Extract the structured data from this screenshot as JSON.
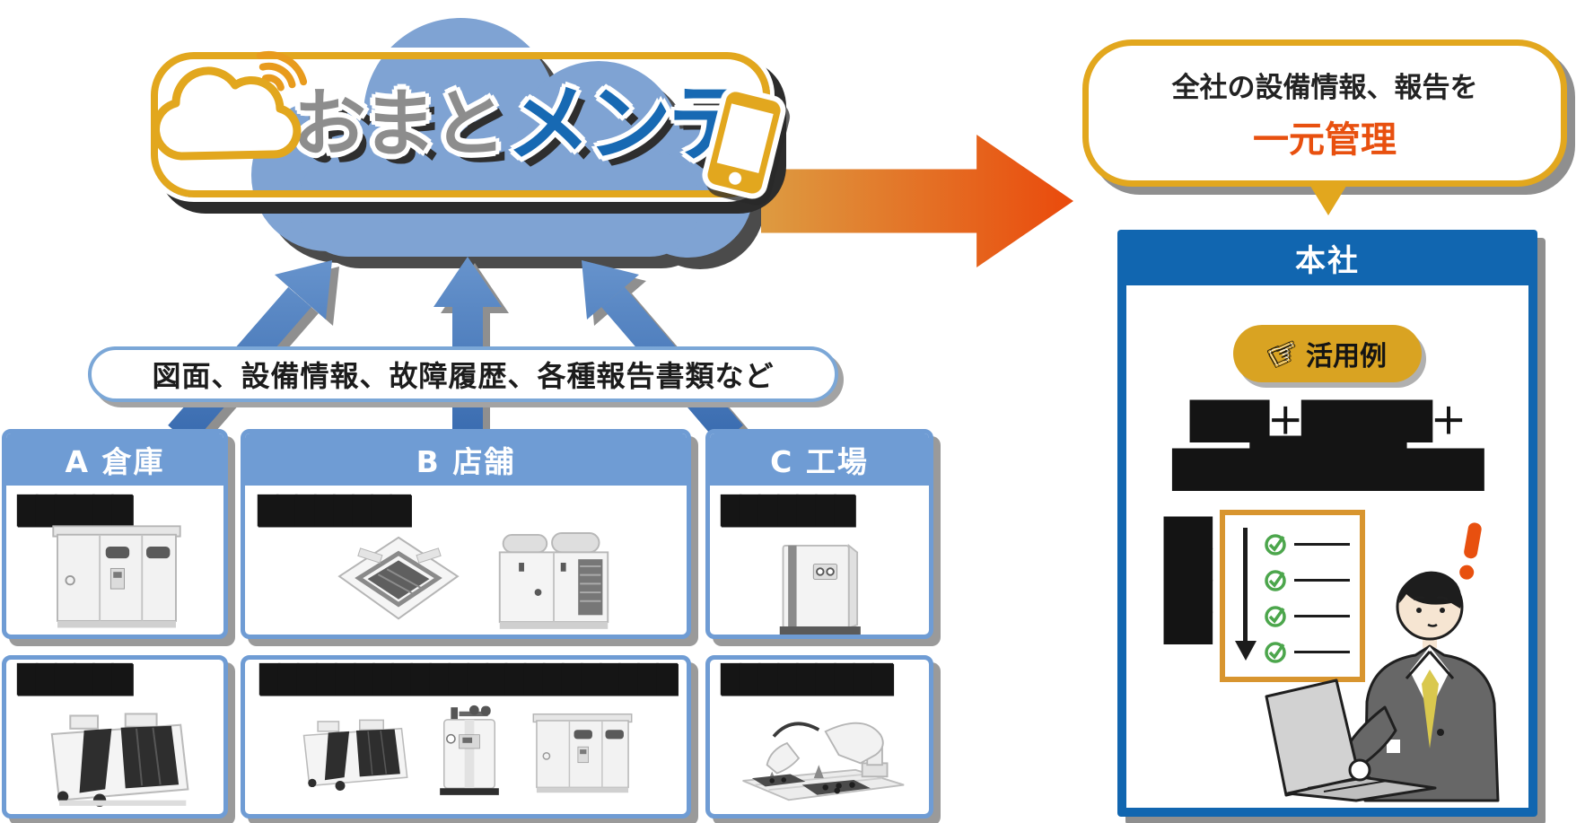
{
  "logo": {
    "brand_gray": "おまと",
    "brand_blue": "メンテ",
    "icons": [
      "cloud-with-wifi-icon",
      "smartphone-icon"
    ]
  },
  "upload_bubble": {
    "text": "図面、設備情報、故障履歴、各種報告書類など"
  },
  "upload_arrows": {
    "count": 3
  },
  "result_bubble": {
    "line1": "全社の設備情報、報告を",
    "line2": "一元管理"
  },
  "headquarters": {
    "title": "本社",
    "badge_label": "活用例",
    "badge_icon": "pointing-hand-icon",
    "redacted_line1": "███＋█████＋██████",
    "redacted_line2": "████████████",
    "redacted_vertical": "████",
    "checklist": {
      "item_count": 4,
      "check_color": "#4ca64c"
    },
    "illustration": "office-worker-with-laptop",
    "alert_icon": "exclamation-mark"
  },
  "facilities": [
    {
      "name": "A 倉庫",
      "sections": [
        {
          "label": "██████",
          "images": [
            "electrical-cabinet"
          ]
        },
        {
          "label": "██████",
          "images": [
            "air-cooled-chiller"
          ]
        }
      ]
    },
    {
      "name": "B 店舗",
      "sections": [
        {
          "label": "████████",
          "images": [
            "ceiling-cassette-ac",
            "outdoor-ac-unit"
          ]
        },
        {
          "label": "██████████████████████",
          "images": [
            "air-cooled-chiller",
            "boiler",
            "electrical-cabinet"
          ]
        }
      ]
    },
    {
      "name": "C 工場",
      "sections": [
        {
          "label": "███████",
          "images": [
            "compressor"
          ]
        },
        {
          "label": "█████████",
          "images": [
            "industrial-robot"
          ]
        }
      ]
    }
  ],
  "colors": {
    "cloud_blue": "#7fa3d3",
    "panel_blue": "#6f9cd4",
    "hq_blue": "#1166b0",
    "brand_blue": "#1769b3",
    "brand_gray": "#8d8d8d",
    "gold": "#e2a71e",
    "badge_gold": "#d9a322",
    "accent_red": "#e8500f",
    "arrow_gradient": [
      "#dd9b41",
      "#ea4a0c"
    ],
    "upload_arrow_blue": "#3a6cb0"
  }
}
